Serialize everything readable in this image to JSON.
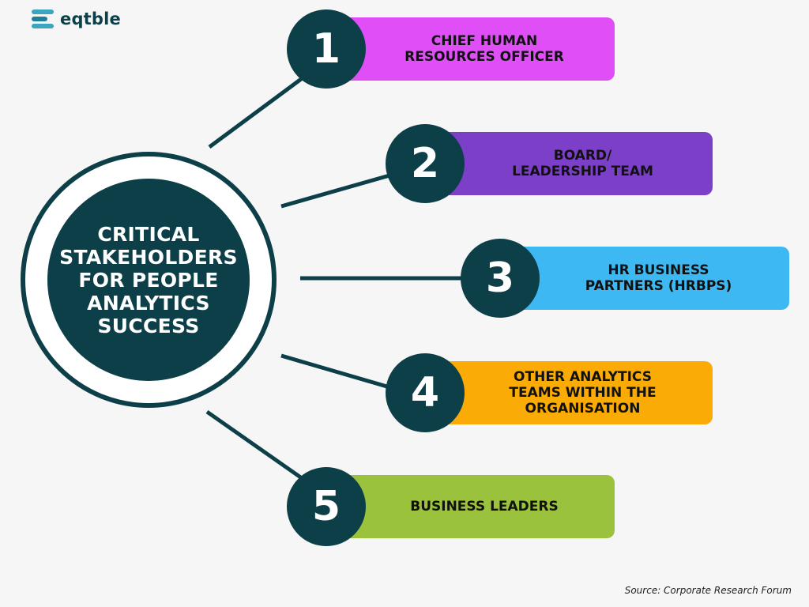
{
  "logo": {
    "name": "eqtble",
    "icon": "stacked-lines-logo-icon",
    "color": "#0d3f49"
  },
  "hub": {
    "title": "CRITICAL\nSTAKEHOLDERS\nFOR PEOPLE\nANALYTICS\nSUCCESS",
    "color": "#0d3f49"
  },
  "stakeholders": [
    {
      "number": "1",
      "label": "CHIEF HUMAN\nRESOURCES OFFICER",
      "color": "#e04ef7"
    },
    {
      "number": "2",
      "label": "BOARD/\nLEADERSHIP TEAM",
      "color": "#7b3fc8"
    },
    {
      "number": "3",
      "label": "HR BUSINESS\nPARTNERS (HRBPS)",
      "color": "#3db8f2"
    },
    {
      "number": "4",
      "label": "OTHER ANALYTICS\nTEAMS WITHIN THE\nORGANISATION",
      "color": "#fbab05"
    },
    {
      "number": "5",
      "label": "BUSINESS LEADERS",
      "color": "#9bc23c"
    }
  ],
  "source": "Source: Corporate Research Forum"
}
